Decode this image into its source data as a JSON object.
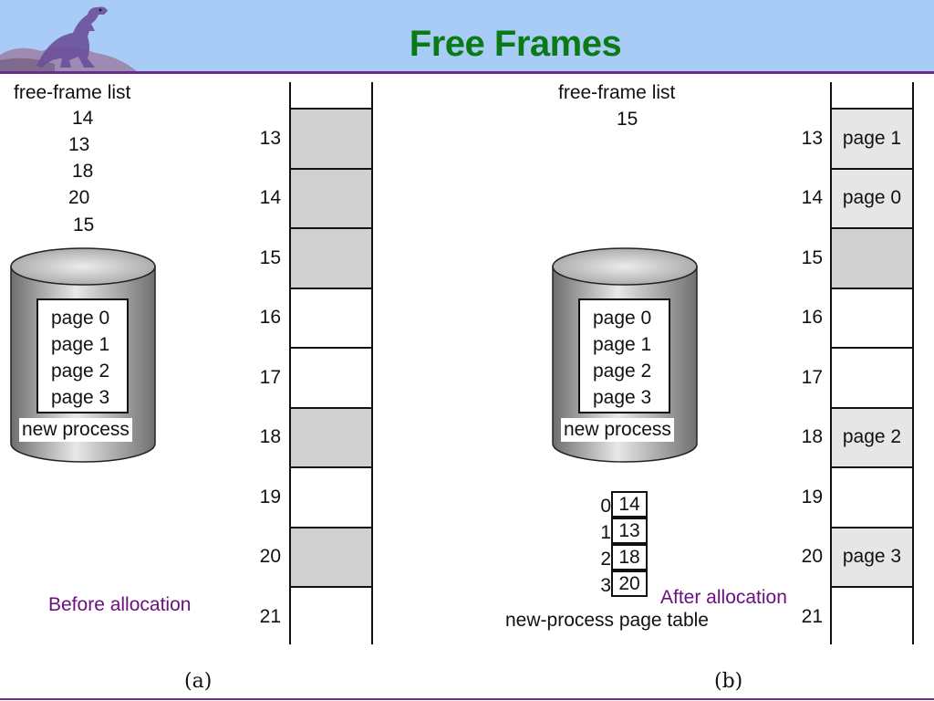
{
  "title": "Free Frames",
  "left": {
    "list_label": "free-frame list",
    "free_frames": [
      "14",
      "13",
      "18",
      "20",
      "15"
    ],
    "disk_pages": [
      "page 0",
      "page 1",
      "page 2",
      "page 3"
    ],
    "disk_label": "new process",
    "frames": [
      {
        "num": "13",
        "label": "",
        "color": "#d0d0d0"
      },
      {
        "num": "14",
        "label": "",
        "color": "#d0d0d0"
      },
      {
        "num": "15",
        "label": "",
        "color": "#d0d0d0"
      },
      {
        "num": "16",
        "label": "",
        "color": "#ffffff"
      },
      {
        "num": "17",
        "label": "",
        "color": "#ffffff"
      },
      {
        "num": "18",
        "label": "",
        "color": "#d0d0d0"
      },
      {
        "num": "19",
        "label": "",
        "color": "#ffffff"
      },
      {
        "num": "20",
        "label": "",
        "color": "#d0d0d0"
      },
      {
        "num": "21",
        "label": "",
        "color": "#ffffff"
      }
    ],
    "caption_text": "Before allocation",
    "figure_label": "(a)"
  },
  "right": {
    "list_label": "free-frame list",
    "free_frames": [
      "15"
    ],
    "disk_pages": [
      "page 0",
      "page 1",
      "page 2",
      "page 3"
    ],
    "disk_label": "new process",
    "page_table": [
      {
        "index": "0",
        "frame": "14"
      },
      {
        "index": "1",
        "frame": "13"
      },
      {
        "index": "2",
        "frame": "18"
      },
      {
        "index": "3",
        "frame": "20"
      }
    ],
    "page_table_label": "new-process page table",
    "frames": [
      {
        "num": "13",
        "label": "page 1",
        "color": "#e6e6e6"
      },
      {
        "num": "14",
        "label": "page 0",
        "color": "#e6e6e6"
      },
      {
        "num": "15",
        "label": "",
        "color": "#d0d0d0"
      },
      {
        "num": "16",
        "label": "",
        "color": "#ffffff"
      },
      {
        "num": "17",
        "label": "",
        "color": "#ffffff"
      },
      {
        "num": "18",
        "label": "page 2",
        "color": "#e6e6e6"
      },
      {
        "num": "19",
        "label": "",
        "color": "#ffffff"
      },
      {
        "num": "20",
        "label": "page 3",
        "color": "#e6e6e6"
      },
      {
        "num": "21",
        "label": "",
        "color": "#ffffff"
      }
    ],
    "caption_text": "After allocation",
    "figure_label": "(b)"
  },
  "colors": {
    "title": "#0a7a16",
    "header_bg": "#a8ccf5",
    "accent_line": "#6b2d8c",
    "caption": "#6b1080"
  },
  "icons": {
    "header_logo": "dinosaur-logo-icon"
  }
}
